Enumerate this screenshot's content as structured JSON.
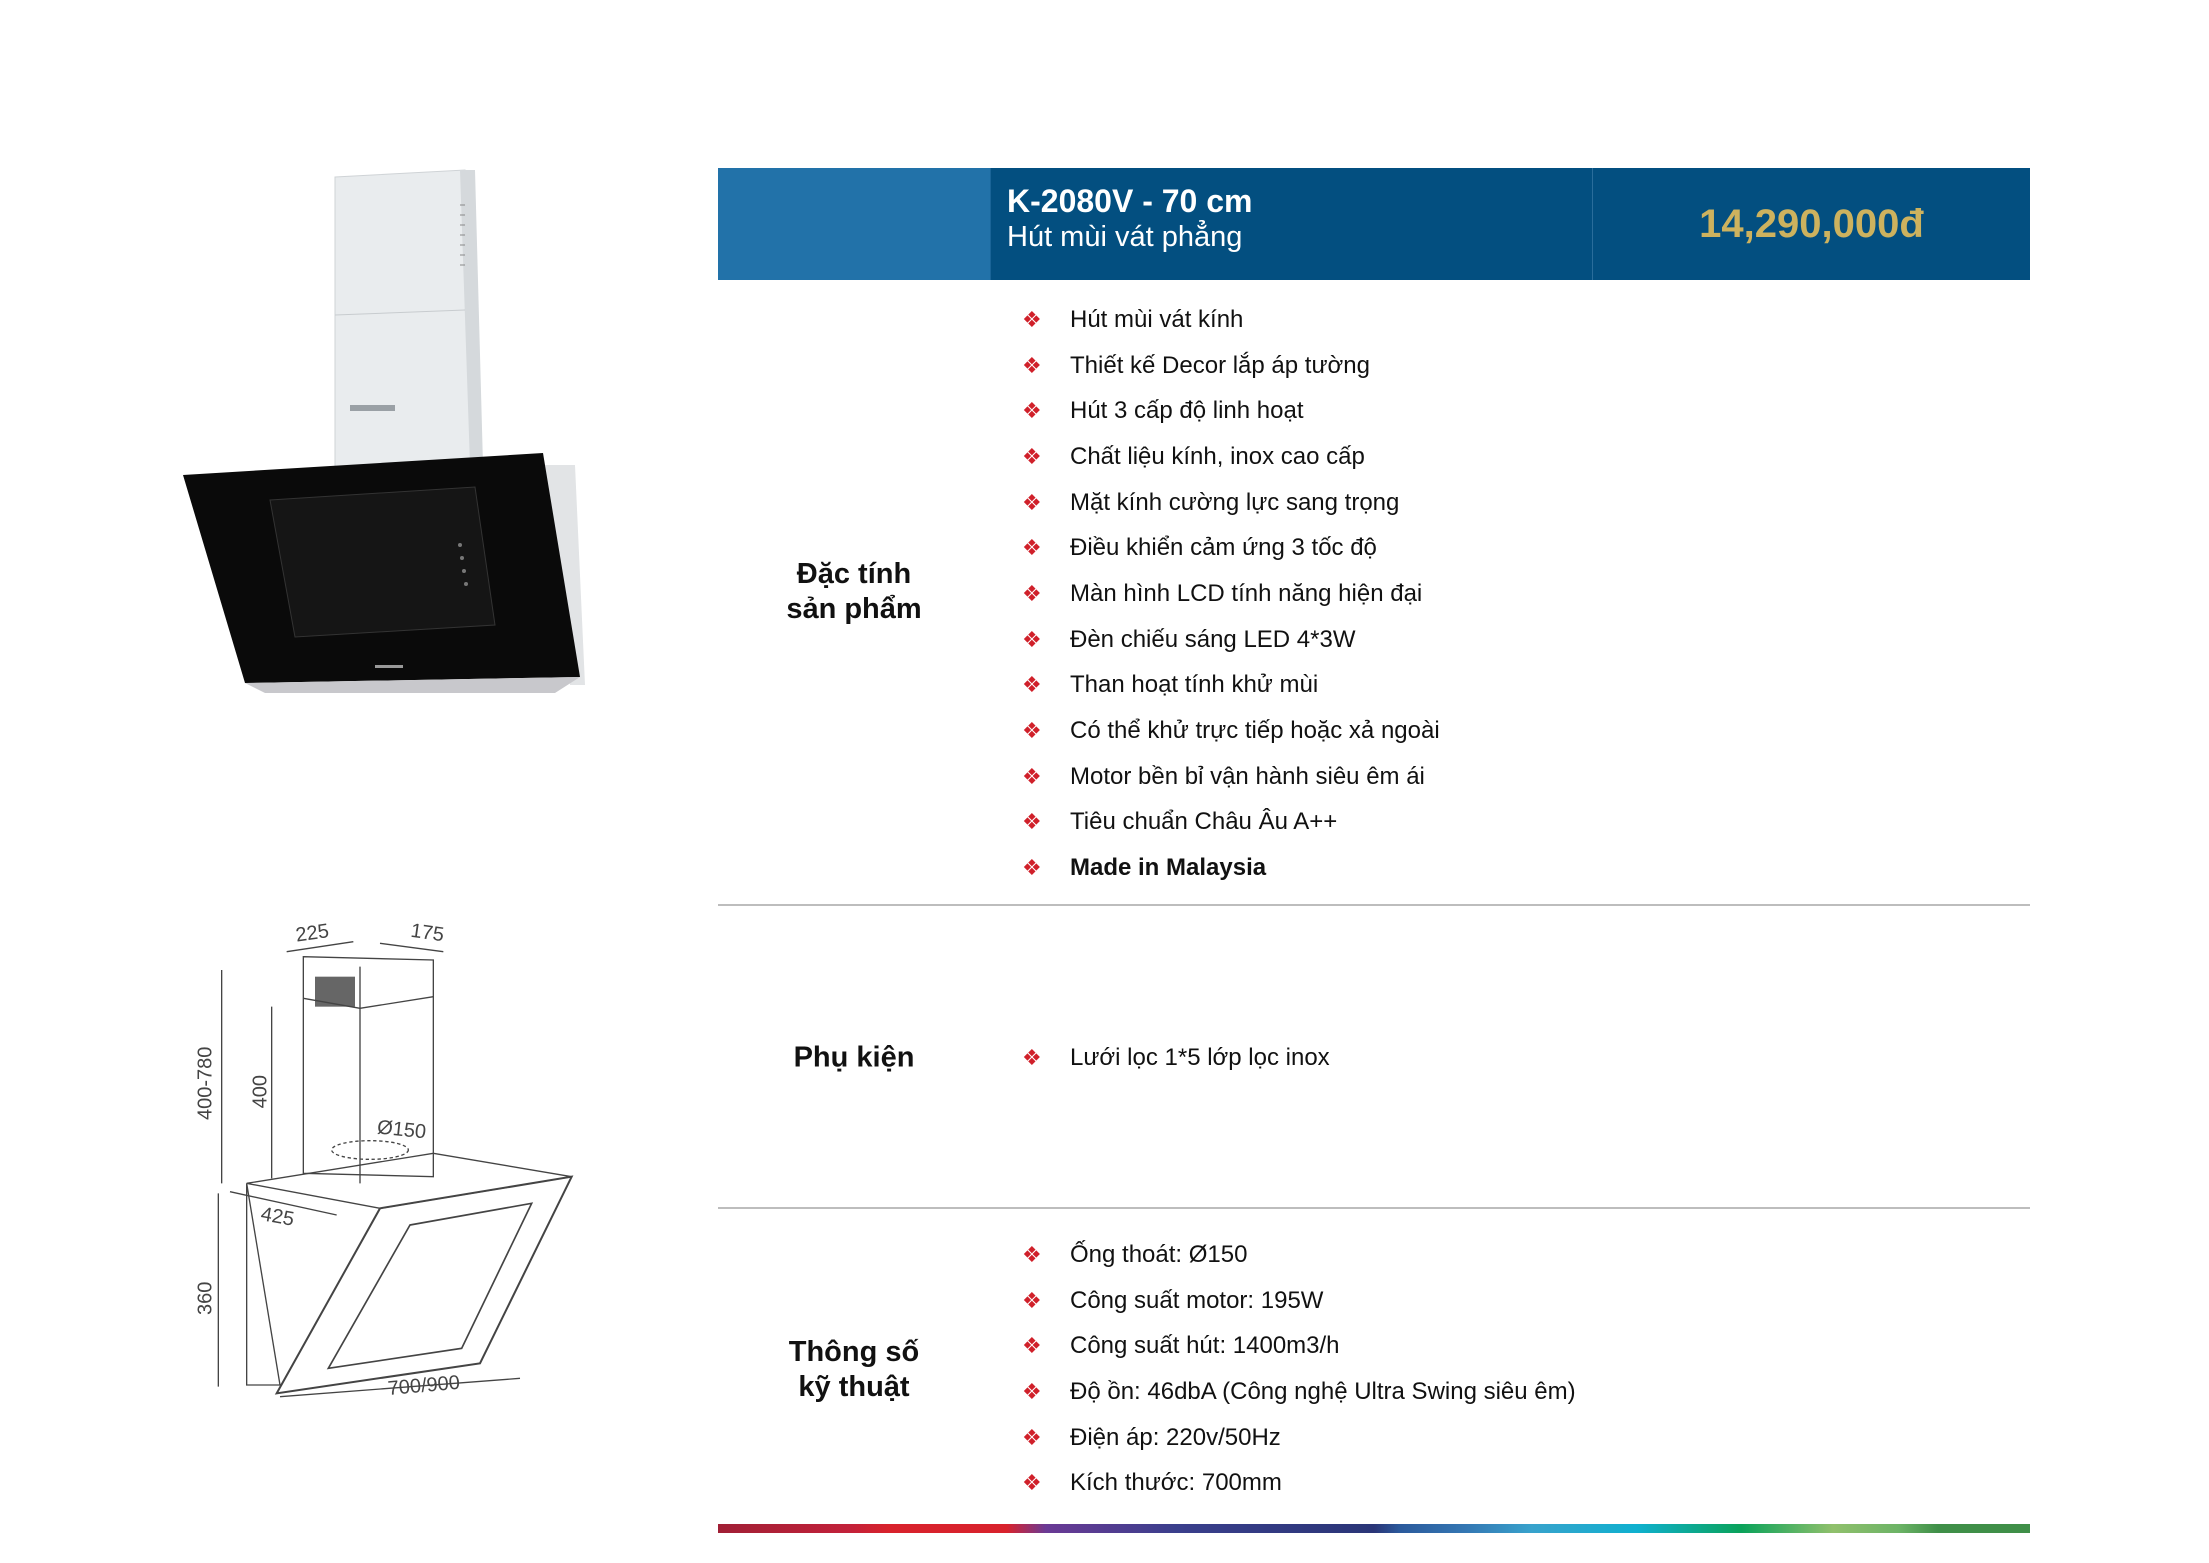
{
  "header": {
    "model": "K-2080V - 70 cm",
    "subtitle": "Hút mùi vát phẳng",
    "price": "14,290,000đ"
  },
  "colors": {
    "header_dark": "#034f80",
    "header_light": "#2272a9",
    "price": "#cdb25e",
    "bullet": "#d0202a"
  },
  "bullet_icon": "four-diamond-bullet-icon",
  "sections": [
    {
      "label_line1": "Đặc tính",
      "label_line2": "sản phẩm",
      "items": [
        "Hút mùi vát kính",
        "Thiết kế Decor lắp áp tường",
        "Hút 3 cấp độ linh hoạt",
        "Chất liệu kính, inox cao cấp",
        "Mặt kính cường lực sang trọng",
        "Điều khiển cảm ứng 3 tốc độ",
        "Màn hình LCD tính năng hiện đại",
        "Đèn chiếu sáng LED 4*3W",
        "Than hoạt tính khử mùi",
        "Có thể khử trực tiếp hoặc xả ngoài",
        "Motor bền bỉ vận hành siêu êm ái",
        "Tiêu chuẩn Châu Âu A++",
        "Made in Malaysia"
      ]
    },
    {
      "label_line1": "Phụ kiện",
      "items": [
        "Lưới lọc 1*5 lớp lọc inox"
      ]
    },
    {
      "label_line1": "Thông số",
      "label_line2": "kỹ thuật",
      "items": [
        "Ống thoát: Ø150",
        "Công suất motor: 195W",
        "Công suất hút: 1400m3/h",
        "Độ ồn: 46dbA (Công nghệ Ultra Swing siêu êm)",
        "Điện áp: 220v/50Hz",
        "Kích thước: 700mm"
      ]
    }
  ],
  "diagram": {
    "dims": [
      "225",
      "175",
      "400-780",
      "400",
      "Ø150",
      "425",
      "360",
      "700/900"
    ]
  }
}
